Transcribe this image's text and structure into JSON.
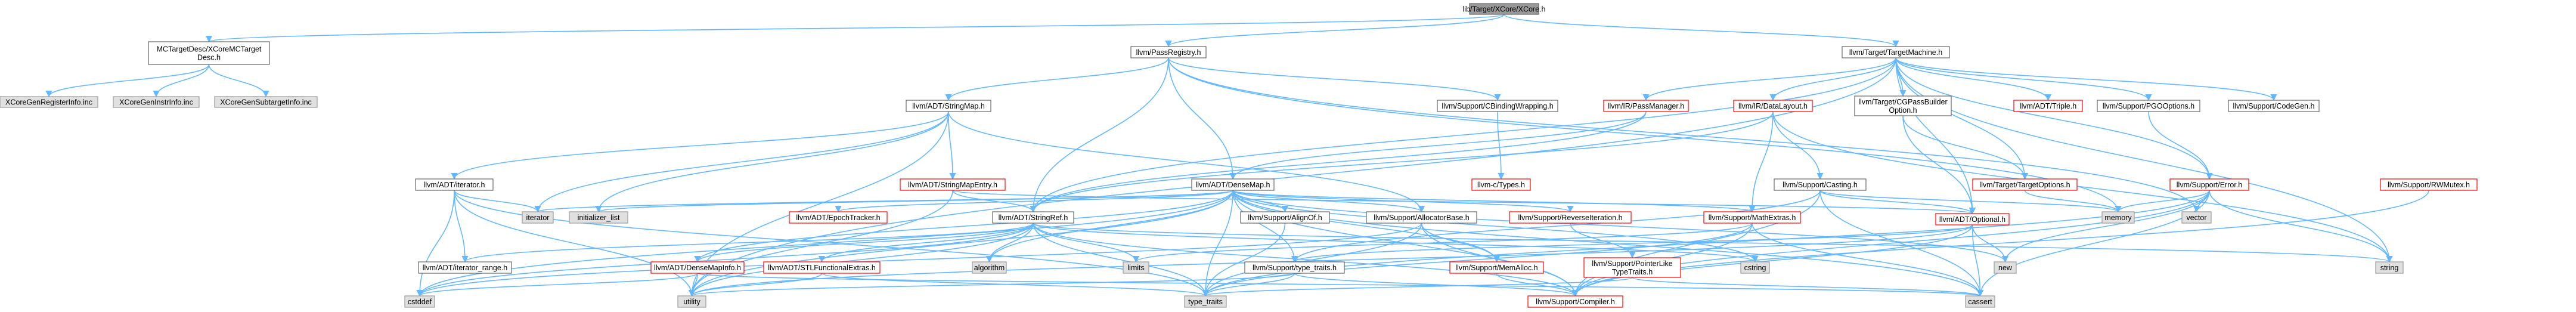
{
  "colors": {
    "current": "#999999",
    "documented": "#ffffff",
    "red_border": "#ff0000",
    "gray_fill": "#e0e0e0",
    "gray_border": "#999999",
    "edge": "#63b8ff"
  },
  "nodes": [
    {
      "id": "xcore_h",
      "label": "lib/Target/XCore/XCore.h",
      "style": "current"
    },
    {
      "id": "mctargetdesc",
      "label": "MCTargetDesc/XCoreMCTarget\nDesc.h",
      "style": "documented"
    },
    {
      "id": "passregistry",
      "label": "llvm/PassRegistry.h",
      "style": "documented"
    },
    {
      "id": "targetmachine",
      "label": "llvm/Target/TargetMachine.h",
      "style": "documented"
    },
    {
      "id": "xcoregenregisterinfo",
      "label": "XCoreGenRegisterInfo.inc",
      "style": "external"
    },
    {
      "id": "xcoregeninstrinfo",
      "label": "XCoreGenInstrInfo.inc",
      "style": "external"
    },
    {
      "id": "xcoregensubtargetinfo",
      "label": "XCoreGenSubtargetInfo.inc",
      "style": "external"
    },
    {
      "id": "stringmap",
      "label": "llvm/ADT/StringMap.h",
      "style": "documented"
    },
    {
      "id": "cbindingwrapping",
      "label": "llvm/Support/CBindingWrapping.h",
      "style": "documented"
    },
    {
      "id": "passmanager",
      "label": "llvm/IR/PassManager.h",
      "style": "red"
    },
    {
      "id": "datalayout",
      "label": "llvm/IR/DataLayout.h",
      "style": "red"
    },
    {
      "id": "cgpassbuilder",
      "label": "llvm/Target/CGPassBuilder\nOption.h",
      "style": "documented"
    },
    {
      "id": "triple",
      "label": "llvm/ADT/Triple.h",
      "style": "red"
    },
    {
      "id": "pgooptions",
      "label": "llvm/Support/PGOOptions.h",
      "style": "documented"
    },
    {
      "id": "codegen",
      "label": "llvm/Support/CodeGen.h",
      "style": "documented"
    },
    {
      "id": "iterator",
      "label": "llvm/ADT/iterator.h",
      "style": "documented"
    },
    {
      "id": "stringmapentry",
      "label": "llvm/ADT/StringMapEntry.h",
      "style": "red"
    },
    {
      "id": "densemap",
      "label": "llvm/ADT/DenseMap.h",
      "style": "documented"
    },
    {
      "id": "llvm_ctypes",
      "label": "llvm-c/Types.h",
      "style": "red"
    },
    {
      "id": "casting",
      "label": "llvm/Support/Casting.h",
      "style": "documented"
    },
    {
      "id": "targetoptions",
      "label": "llvm/Target/TargetOptions.h",
      "style": "red"
    },
    {
      "id": "error",
      "label": "llvm/Support/Error.h",
      "style": "red"
    },
    {
      "id": "rwmutex",
      "label": "llvm/Support/RWMutex.h",
      "style": "red"
    },
    {
      "id": "iterator_std",
      "label": "iterator",
      "style": "external"
    },
    {
      "id": "initializer_list",
      "label": "initializer_list",
      "style": "external"
    },
    {
      "id": "epochtracker",
      "label": "llvm/ADT/EpochTracker.h",
      "style": "red"
    },
    {
      "id": "stringref",
      "label": "llvm/ADT/StringRef.h",
      "style": "documented"
    },
    {
      "id": "alignof",
      "label": "llvm/Support/AlignOf.h",
      "style": "documented"
    },
    {
      "id": "allocatorbase",
      "label": "llvm/Support/AllocatorBase.h",
      "style": "documented"
    },
    {
      "id": "reverseiteration",
      "label": "llvm/Support/ReverseIteration.h",
      "style": "red"
    },
    {
      "id": "mathextras",
      "label": "llvm/Support/MathExtras.h",
      "style": "red"
    },
    {
      "id": "optional",
      "label": "llvm/ADT/Optional.h",
      "style": "red"
    },
    {
      "id": "memory",
      "label": "memory",
      "style": "external"
    },
    {
      "id": "vector",
      "label": "vector",
      "style": "external"
    },
    {
      "id": "iterator_range",
      "label": "llvm/ADT/iterator_range.h",
      "style": "documented"
    },
    {
      "id": "densemapinfo",
      "label": "llvm/ADT/DenseMapInfo.h",
      "style": "red"
    },
    {
      "id": "stlfunctional",
      "label": "llvm/ADT/STLFunctionalExtras.h",
      "style": "red"
    },
    {
      "id": "algorithm",
      "label": "algorithm",
      "style": "external"
    },
    {
      "id": "limits",
      "label": "limits",
      "style": "external"
    },
    {
      "id": "type_traits_h",
      "label": "llvm/Support/type_traits.h",
      "style": "documented"
    },
    {
      "id": "memalloc",
      "label": "llvm/Support/MemAlloc.h",
      "style": "red"
    },
    {
      "id": "pointerlike",
      "label": "llvm/Support/PointerLike\nTypeTraits.h",
      "style": "red"
    },
    {
      "id": "cstring",
      "label": "cstring",
      "style": "external"
    },
    {
      "id": "new",
      "label": "new",
      "style": "external"
    },
    {
      "id": "string",
      "label": "string",
      "style": "external"
    },
    {
      "id": "cstddef",
      "label": "cstddef",
      "style": "external"
    },
    {
      "id": "utility",
      "label": "utility",
      "style": "external"
    },
    {
      "id": "type_traits",
      "label": "type_traits",
      "style": "external"
    },
    {
      "id": "compiler",
      "label": "llvm/Support/Compiler.h",
      "style": "red"
    },
    {
      "id": "cassert",
      "label": "cassert",
      "style": "external"
    }
  ],
  "edges": [
    [
      "xcore_h",
      "mctargetdesc"
    ],
    [
      "xcore_h",
      "passregistry"
    ],
    [
      "xcore_h",
      "targetmachine"
    ],
    [
      "mctargetdesc",
      "xcoregenregisterinfo"
    ],
    [
      "mctargetdesc",
      "xcoregeninstrinfo"
    ],
    [
      "mctargetdesc",
      "xcoregensubtargetinfo"
    ],
    [
      "passregistry",
      "stringmap"
    ],
    [
      "passregistry",
      "cbindingwrapping"
    ],
    [
      "passregistry",
      "densemap"
    ],
    [
      "passregistry",
      "stringref"
    ],
    [
      "passregistry",
      "memory"
    ],
    [
      "passregistry",
      "vector"
    ],
    [
      "targetmachine",
      "passmanager"
    ],
    [
      "targetmachine",
      "datalayout"
    ],
    [
      "targetmachine",
      "cgpassbuilder"
    ],
    [
      "targetmachine",
      "triple"
    ],
    [
      "targetmachine",
      "pgooptions"
    ],
    [
      "targetmachine",
      "codegen"
    ],
    [
      "targetmachine",
      "targetoptions"
    ],
    [
      "targetmachine",
      "error"
    ],
    [
      "targetmachine",
      "optional"
    ],
    [
      "targetmachine",
      "stringref"
    ],
    [
      "targetmachine",
      "string"
    ],
    [
      "targetmachine",
      "utility"
    ],
    [
      "stringmap",
      "iterator"
    ],
    [
      "stringmap",
      "stringmapentry"
    ],
    [
      "stringmap",
      "allocatorbase"
    ],
    [
      "stringmap",
      "iterator_std"
    ],
    [
      "stringmap",
      "initializer_list"
    ],
    [
      "stringmap",
      "utility"
    ],
    [
      "cbindingwrapping",
      "llvm_ctypes"
    ],
    [
      "passmanager",
      "densemap"
    ],
    [
      "passmanager",
      "stringref"
    ],
    [
      "passmanager",
      "typeinfo_placeholder"
    ],
    [
      "datalayout",
      "stringref"
    ],
    [
      "datalayout",
      "mathextras"
    ],
    [
      "datalayout",
      "casting"
    ],
    [
      "datalayout",
      "string"
    ],
    [
      "cgpassbuilder",
      "optional"
    ],
    [
      "cgpassbuilder",
      "targetoptions"
    ],
    [
      "pgooptions",
      "error"
    ],
    [
      "iterator",
      "iterator_range"
    ],
    [
      "iterator",
      "iterator_std"
    ],
    [
      "iterator",
      "cstddef"
    ],
    [
      "iterator",
      "utility"
    ],
    [
      "iterator",
      "type_traits"
    ],
    [
      "stringmapentry",
      "stringref"
    ],
    [
      "stringmapentry",
      "optional"
    ],
    [
      "stringmapentry",
      "utility"
    ],
    [
      "densemap",
      "epochtracker"
    ],
    [
      "densemap",
      "densemapinfo"
    ],
    [
      "densemap",
      "alignof"
    ],
    [
      "densemap",
      "allocatorbase"
    ],
    [
      "densemap",
      "reverseiteration"
    ],
    [
      "densemap",
      "mathextras"
    ],
    [
      "densemap",
      "memalloc"
    ],
    [
      "densemap",
      "type_traits_h"
    ],
    [
      "densemap",
      "algorithm"
    ],
    [
      "densemap",
      "cstddef"
    ],
    [
      "densemap",
      "cstring"
    ],
    [
      "densemap",
      "initializer_list"
    ],
    [
      "densemap",
      "iterator_std"
    ],
    [
      "densemap",
      "new"
    ],
    [
      "densemap",
      "type_traits"
    ],
    [
      "densemap",
      "utility"
    ],
    [
      "densemap",
      "cassert"
    ],
    [
      "densemap",
      "compiler"
    ],
    [
      "casting",
      "type_traits_h"
    ],
    [
      "casting",
      "compiler"
    ],
    [
      "casting",
      "cassert"
    ],
    [
      "casting",
      "memory"
    ],
    [
      "casting",
      "optional"
    ],
    [
      "targetoptions",
      "memory"
    ],
    [
      "error",
      "string"
    ],
    [
      "error",
      "new"
    ],
    [
      "error",
      "memory"
    ],
    [
      "error",
      "vector"
    ],
    [
      "error",
      "cassert"
    ],
    [
      "error",
      "compiler"
    ],
    [
      "error",
      "type_traits"
    ],
    [
      "rwmutex",
      "compiler"
    ],
    [
      "stringref",
      "iterator_range"
    ],
    [
      "stringref",
      "densemapinfo"
    ],
    [
      "stringref",
      "stlfunctional"
    ],
    [
      "stringref",
      "algorithm"
    ],
    [
      "stringref",
      "limits"
    ],
    [
      "stringref",
      "cstddef"
    ],
    [
      "stringref",
      "cstring"
    ],
    [
      "stringref",
      "string"
    ],
    [
      "stringref",
      "type_traits"
    ],
    [
      "stringref",
      "utility"
    ],
    [
      "stringref",
      "compiler"
    ],
    [
      "alignof",
      "type_traits"
    ],
    [
      "allocatorbase",
      "memalloc"
    ],
    [
      "allocatorbase",
      "compiler"
    ],
    [
      "allocatorbase",
      "type_traits"
    ],
    [
      "allocatorbase",
      "cstddef"
    ],
    [
      "reverseiteration",
      "pointerlike"
    ],
    [
      "mathextras",
      "compiler"
    ],
    [
      "mathextras",
      "cassert"
    ],
    [
      "mathextras",
      "limits"
    ],
    [
      "mathextras",
      "type_traits"
    ],
    [
      "optional",
      "new"
    ],
    [
      "optional",
      "utility"
    ],
    [
      "optional",
      "cassert"
    ],
    [
      "optional",
      "compiler"
    ],
    [
      "optional",
      "type_traits_h"
    ],
    [
      "densemapinfo",
      "cassert"
    ],
    [
      "densemapinfo",
      "cstddef"
    ],
    [
      "densemapinfo",
      "utility"
    ],
    [
      "stlfunctional",
      "utility"
    ],
    [
      "stlfunctional",
      "type_traits"
    ],
    [
      "type_traits_h",
      "utility"
    ],
    [
      "type_traits_h",
      "type_traits"
    ],
    [
      "type_traits_h",
      "compiler"
    ],
    [
      "memalloc",
      "compiler"
    ],
    [
      "pointerlike",
      "cassert"
    ],
    [
      "pointerlike",
      "type_traits"
    ]
  ]
}
